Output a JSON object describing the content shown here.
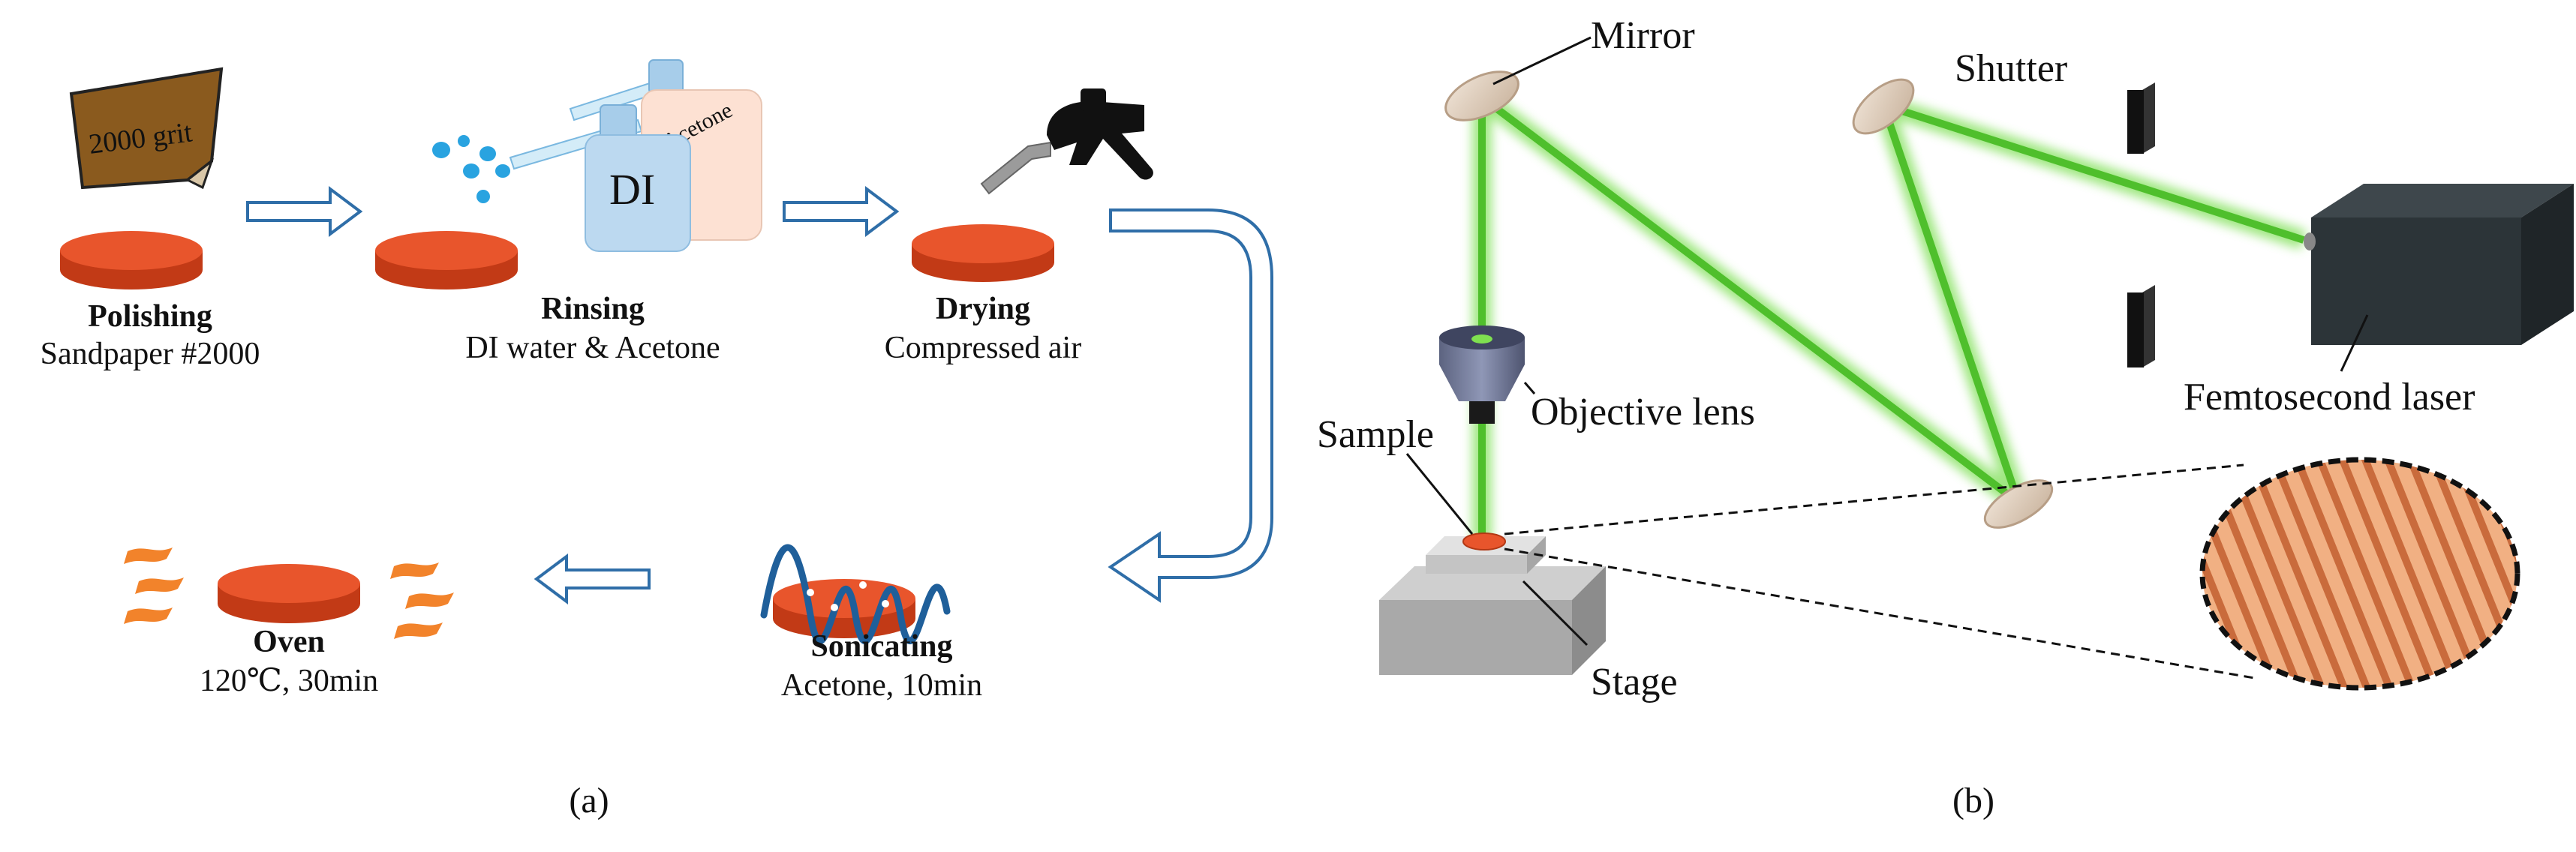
{
  "panel_a": {
    "sandpaper_text": "2000 grit",
    "bottle_di": "DI",
    "bottle_acetone": "Acetone",
    "steps": [
      {
        "title": "Polishing",
        "detail": "Sandpaper #2000"
      },
      {
        "title": "Rinsing",
        "detail": "DI water & Acetone"
      },
      {
        "title": "Drying",
        "detail": "Compressed air"
      },
      {
        "title": "Sonicating",
        "detail": "Acetone, 10min"
      },
      {
        "title": "Oven",
        "detail": "120℃, 30min"
      }
    ],
    "caption": "(a)"
  },
  "panel_b": {
    "labels": {
      "mirror": "Mirror",
      "shutter": "Shutter",
      "laser": "Femtosecond laser",
      "objective": "Objective lens",
      "sample": "Sample",
      "stage": "Stage"
    },
    "caption": "(b)"
  },
  "colors": {
    "disc_top": "#e8552c",
    "disc_side": "#c23a16",
    "arrow_outline": "#2f6ea8",
    "laser_beam": "#5fc43a",
    "laser_body": "#2c3438",
    "mirror": "#e3d2c0",
    "stage": "#b9b9b9",
    "flame": "#f2832b",
    "water_drop": "#29a3e0",
    "wave": "#1f5f9a"
  }
}
